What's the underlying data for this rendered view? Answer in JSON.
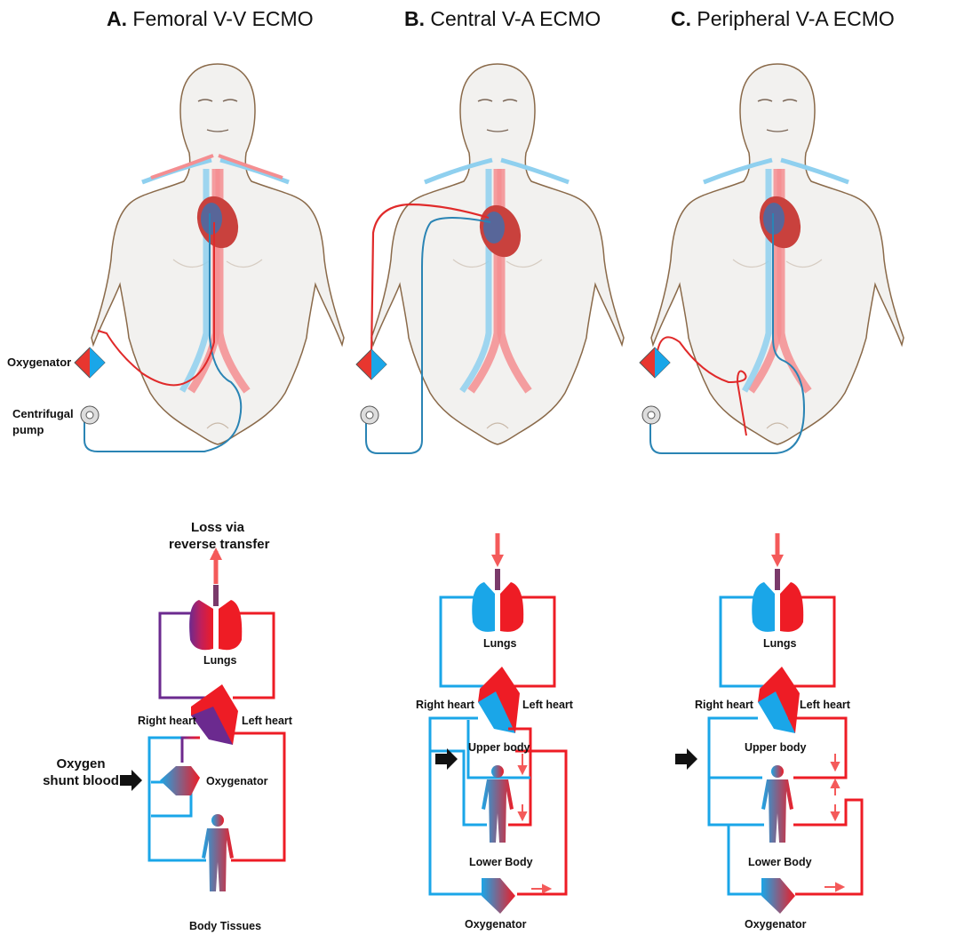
{
  "panels": [
    {
      "letter": "A.",
      "title": "Femoral V-V ECMO"
    },
    {
      "letter": "B.",
      "title": "Central V-A ECMO"
    },
    {
      "letter": "C.",
      "title": "Peripheral V-A ECMO"
    }
  ],
  "anatomy_labels": {
    "oxygenator": "Oxygenator",
    "pump_line1": "Centrifugal",
    "pump_line2": "pump"
  },
  "schematic_a": {
    "loss_line1": "Loss via",
    "loss_line2": "reverse transfer",
    "lungs": "Lungs",
    "right_heart": "Right heart",
    "left_heart": "Left heart",
    "shunt_line1": "Oxygen",
    "shunt_line2": "shunt blood",
    "oxygenator": "Oxygenator",
    "body_tissues": "Body Tissues"
  },
  "schematic_b": {
    "lungs": "Lungs",
    "right_heart": "Right heart",
    "left_heart": "Left heart",
    "upper_body": "Upper body",
    "lower_body": "Lower Body",
    "oxygenator": "Oxygenator"
  },
  "schematic_c": {
    "lungs": "Lungs",
    "right_heart": "Right heart",
    "left_heart": "Left heart",
    "upper_body": "Upper body",
    "lower_body": "Lower Body",
    "oxygenator": "Oxygenator"
  },
  "colors": {
    "venous": "#1aa6e8",
    "arterial": "#ee1c25",
    "mixed": "#6b2a8f",
    "skin": "#f2f1ef",
    "outline": "#8a6a4a"
  }
}
